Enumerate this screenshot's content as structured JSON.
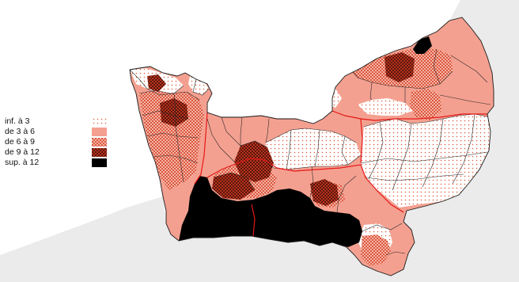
{
  "legend": {
    "classes": [
      {
        "label": "inf. à 3",
        "fill": "url(#p1)"
      },
      {
        "label": "de 3 à 6",
        "fill": "#f4a090"
      },
      {
        "label": "de 6 à 9",
        "fill": "url(#p3)"
      },
      {
        "label": "de 9 à 12",
        "fill": "url(#p4)"
      },
      {
        "label": "sup. à 12",
        "fill": "#000000"
      }
    ]
  },
  "colors": {
    "sea": "#d6d6d6",
    "land_outside": "#ebebeb",
    "pink": "#f4a090",
    "red_mid": "#d84c34",
    "dark_red": "#b8321e",
    "black": "#000000",
    "border_red": "#e41818"
  }
}
